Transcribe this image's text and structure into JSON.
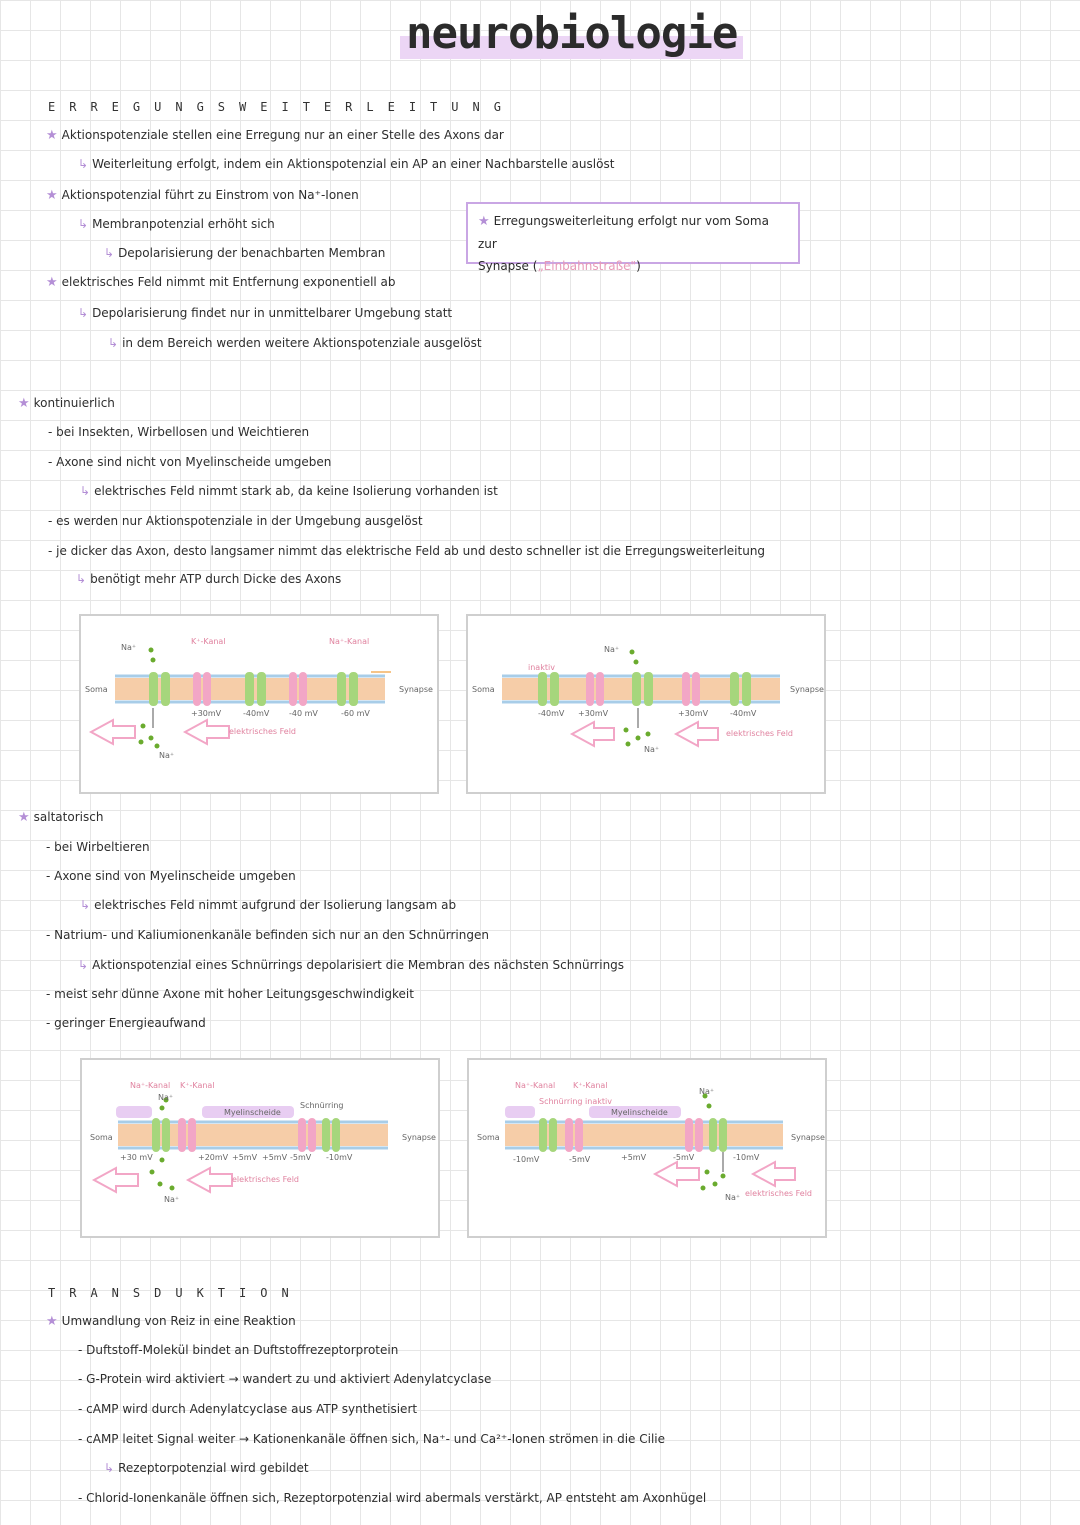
{
  "title": "neurobiologie",
  "section1": {
    "heading": "ERREGUNGSWEITERLEITUNG",
    "lines": [
      "Aktionspotenziale stellen eine Erregung nur an einer Stelle des Axons dar",
      "Weiterleitung erfolgt, indem ein Aktionspotenzial ein AP an einer Nachbarstelle auslöst",
      "Aktionspotenzial führt zu Einstrom von Na⁺-Ionen",
      "Membranpotenzial erhöht sich",
      "Depolarisierung der benachbarten Membran",
      "elektrisches Feld nimmt mit Entfernung exponentiell ab",
      "Depolarisierung findet nur in unmittelbarer Umgebung statt",
      "in dem Bereich werden weitere Aktionspotenziale ausgelöst"
    ],
    "note_line1": "Erregungsweiterleitung erfolgt nur vom Soma zur",
    "note_line2_a": "Synapse (",
    "note_line2_b": "„Einbahnstraße\"",
    "note_line2_c": ")"
  },
  "kontinuierlich": {
    "heading": "kontinuierlich",
    "lines": [
      "- bei Insekten, Wirbellosen und Weichtieren",
      "- Axone sind nicht von Myelinscheide umgeben",
      "elektrisches Feld nimmt stark ab, da keine Isolierung vorhanden ist",
      "- es werden nur Aktionspotenziale in der Umgebung ausgelöst",
      "- je dicker das Axon, desto langsamer nimmt das elektrische Feld ab und desto schneller ist die Erregungsweiterleitung",
      "benötigt mehr ATP durch Dicke des Axons"
    ]
  },
  "saltatorisch": {
    "heading": "saltatorisch",
    "lines": [
      "- bei Wirbeltieren",
      "- Axone sind von Myelinscheide umgeben",
      "elektrisches Feld nimmt aufgrund der Isolierung langsam ab",
      "- Natrium- und Kaliumionenkanäle befinden sich nur an den Schnürringen",
      "Aktionspotenzial eines Schnürrings depolarisiert die Membran des nächsten Schnürrings",
      "- meist sehr dünne Axone mit hoher Leitungsgeschwindigkeit",
      "- geringer Energieaufwand"
    ]
  },
  "transduktion": {
    "heading": "TRANSDUKTION",
    "lines": [
      "Umwandlung von Reiz in eine Reaktion",
      "- Duftstoff-Molekül bindet an Duftstoffrezeptorprotein",
      "- G-Protein wird aktiviert → wandert zu und aktiviert Adenylatcyclase",
      "- cAMP wird durch Adenylatcyclase aus ATP synthetisiert",
      "- cAMP leitet Signal weiter → Kationenkanäle öffnen sich, Na⁺- und Ca²⁺-Ionen strömen in die Cilie",
      "Rezeptorpotenzial wird gebildet",
      "- Chlorid-Ionenkanäle öffnen sich, Rezeptorpotenzial wird abermals verstärkt, AP entsteht am Axonhügel"
    ]
  },
  "diagram_labels": {
    "soma": "Soma",
    "synapse": "Synapse",
    "na": "Na⁺",
    "k_kanal": "K⁺-Kanal",
    "na_kanal": "Na⁺-Kanal",
    "inaktiv": "inaktiv",
    "efeld": "elektrisches Feld",
    "myelin": "Myelinscheide",
    "schnuerring": "Schnürring",
    "schnuerring_inaktiv": "Schnürring inaktiv",
    "d1_mv": [
      "+30mV",
      "-40mV",
      "-40 mV",
      "-60 mV"
    ],
    "d2_mv": [
      "-40mV",
      "+30mV",
      "+30mV",
      "-40mV"
    ],
    "d3_mv": [
      "+30 mV",
      "+20mV",
      "+5mV",
      "+5mV",
      "-5mV",
      "-10mV"
    ],
    "d4_mv": [
      "-10mV",
      "-5mV",
      "+5mV",
      "-5mV",
      "-10mV"
    ]
  },
  "colors": {
    "star": "#b48fd6",
    "axon": "#f6cda8",
    "membrane": "#a8cde8",
    "k_channel": "#f2a6c6",
    "na_channel": "#a6d67c",
    "arrow": "#f2a6c6",
    "myelin": "#e8cdf2",
    "note_border": "#c9a6e4"
  }
}
